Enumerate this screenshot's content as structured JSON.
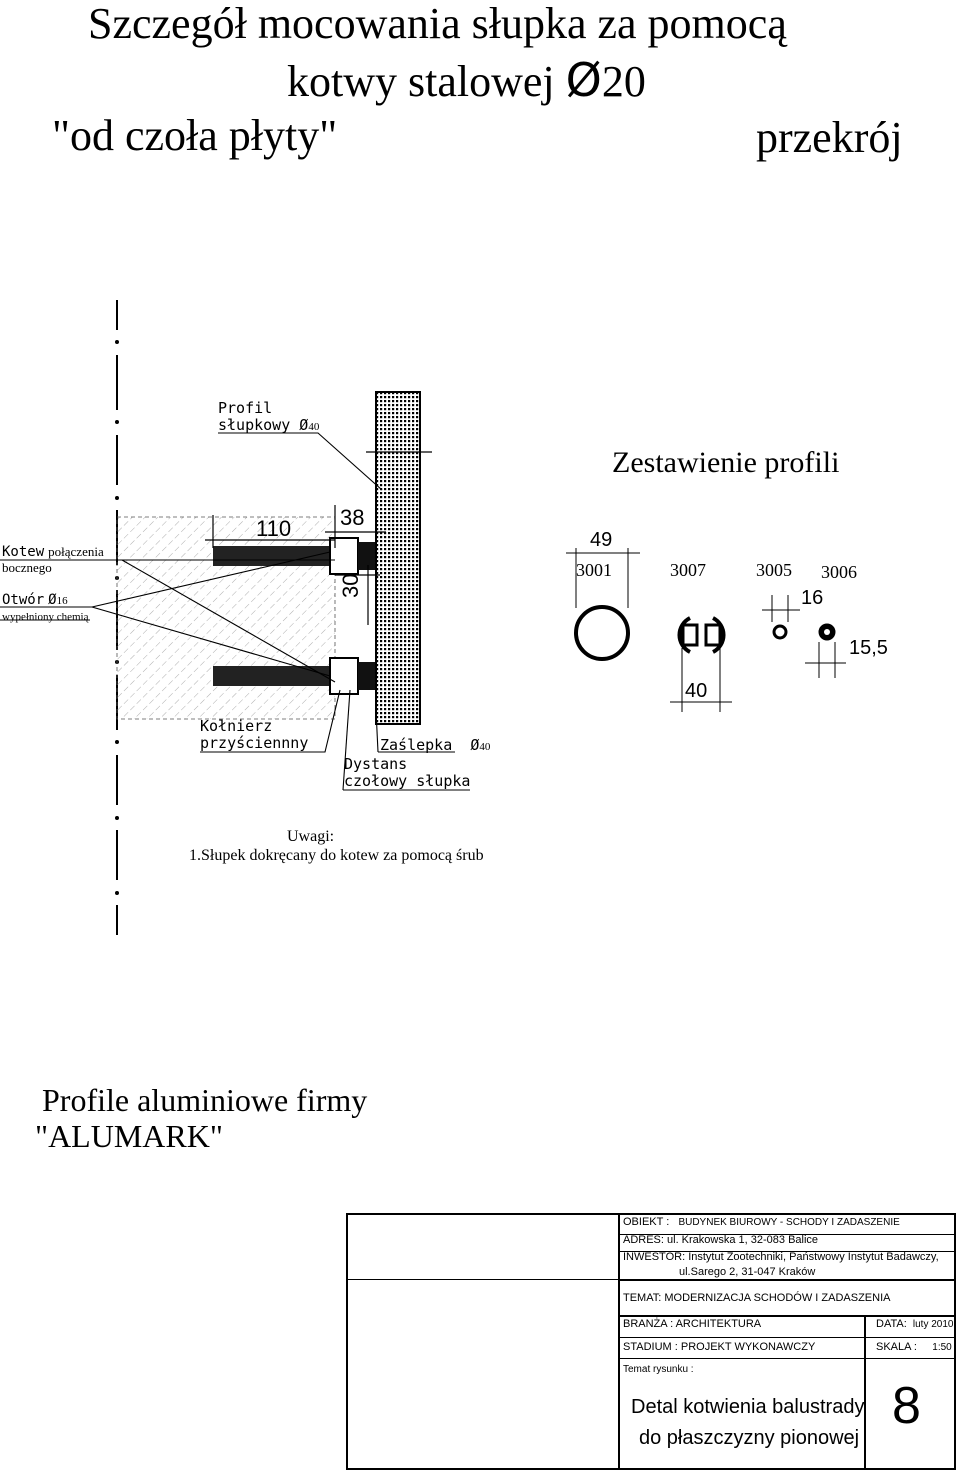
{
  "title": {
    "line1": "Szczegół mocowania słupka za pomocą",
    "line2_a": "kotwy stalowej ",
    "line2_sym": "Ø",
    "line2_b": "20",
    "line3": "\"od czoła płyty\"",
    "section": "przekrój"
  },
  "detail": {
    "profil_1": "Profil",
    "profil_2": "słupkowy",
    "profil_sym": "Ø",
    "profil_d": "40",
    "dim_110": "110",
    "dim_38": "38",
    "dim_30": "30",
    "kotew_1": "Kotew",
    "kotew_2": "połączenia",
    "kotew_3": "bocznego",
    "otwor_1": "Otwór",
    "otwor_sym": "Ø",
    "otwor_d": "16",
    "otwor_2": "wypełniony chemią",
    "kolnierz_1": "Kołnierz",
    "kolnierz_2": "przyściennny",
    "zaslepka": "Zaślepka",
    "zaslepka_sym": "Ø",
    "zaslepka_d": "40",
    "dystans_1": "Dystans",
    "dystans_2": "czołowy słupka"
  },
  "profiles": {
    "heading": "Zestawienie profili",
    "dim_49": "49",
    "dim_40": "40",
    "dim_16": "16",
    "dim_155": "15,5",
    "codes": [
      "3001",
      "3007",
      "3005",
      "3006"
    ]
  },
  "notes": {
    "label": "Uwagi:",
    "item1": "1.Słupek dokręcany do kotew za pomocą śrub"
  },
  "manufacturer": {
    "line1": "Profile aluminiowe firmy",
    "line2": "\"ALUMARK\""
  },
  "titleblock": {
    "obiekt_label": "OBIEKT :",
    "obiekt": "BUDYNEK BIUROWY - SCHODY I ZADASZENIE",
    "adres": "ADRES: ul. Krakowska 1, 32-083 Balice",
    "inwestor_1": "INWESTOR: Instytut Zootechniki, Państwowy Instytut Badawczy,",
    "inwestor_2": "ul.Sarego 2, 31-047 Kraków",
    "temat": "TEMAT:  MODERNIZACJA SCHODÓW I ZADASZENIA",
    "branza": "BRANŻA : ARCHITEKTURA",
    "data_label": "DATA:",
    "data": "luty 2010",
    "stadium": "STADIUM : PROJEKT  WYKONAWCZY",
    "skala_label": "SKALA :",
    "skala": "1:50",
    "temat_rys_label": "Temat rysunku :",
    "temat_rys_1": "Detal kotwienia balustrady",
    "temat_rys_2": "do płaszczyzny pionowej",
    "sheet_no": "8"
  }
}
